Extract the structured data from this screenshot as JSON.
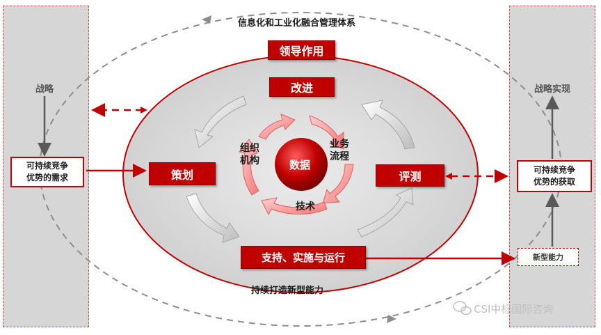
{
  "system_title": "信息化和工业化融合管理体系",
  "bottom_label": "持续打造新型能力",
  "leadership": "领导作用",
  "improve": "改进",
  "plan": "策划",
  "evaluate": "评测",
  "support": "支持、实施与运行",
  "center": "数据",
  "inner": {
    "org": "组织\n机构",
    "business": "业务\n流程",
    "tech": "技术"
  },
  "left": {
    "strategy": "战略",
    "need": "可持续竞争\n优势的需求"
  },
  "right": {
    "realize": "战略实现",
    "gain": "可持续竞争\n优势的获取",
    "capability": "新型能力"
  },
  "watermark": "CSI中标国际咨询",
  "colors": {
    "accent": "#c00000",
    "panel": "#d6d6d6",
    "ellipse": "#dcdcdc"
  }
}
